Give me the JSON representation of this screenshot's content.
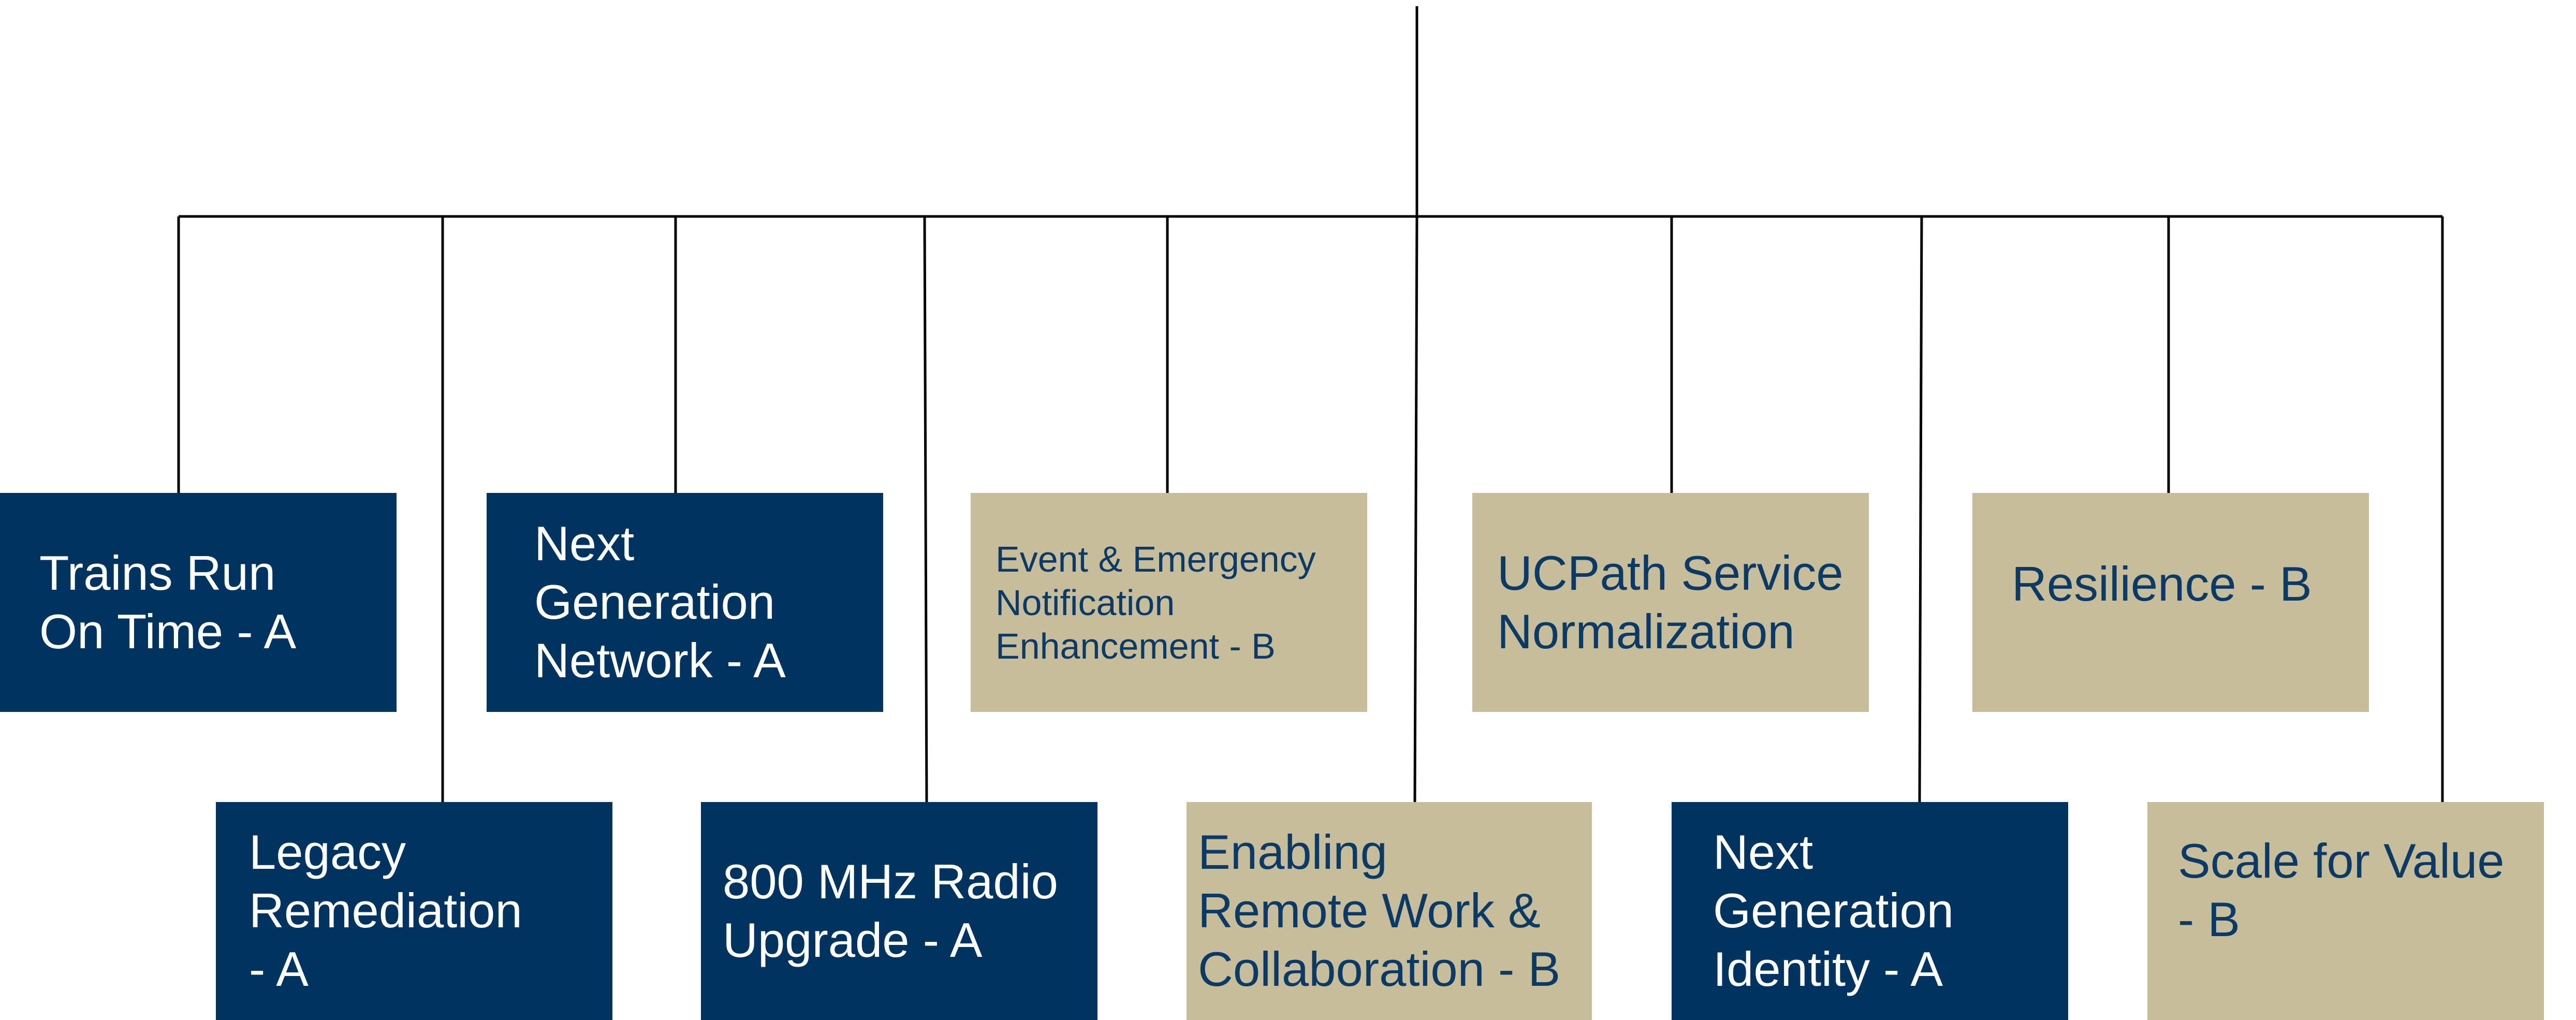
{
  "colors": {
    "navy_box": "#003360",
    "tan_box": "#c8bd9b",
    "navy_text": "#ffffff",
    "tan_text": "#0b3a67",
    "connector": "#000000"
  },
  "nodes": [
    {
      "id": "trains-run-on-time",
      "text": "Trains Run\nOn Time - A",
      "grade": "A",
      "color": "navy"
    },
    {
      "id": "legacy-remediation",
      "text": "Legacy\nRemediation\n- A",
      "grade": "A",
      "color": "navy"
    },
    {
      "id": "next-generation-network",
      "text": "Next\nGeneration\nNetwork - A",
      "grade": "A",
      "color": "navy"
    },
    {
      "id": "800-mhz-radio-upgrade",
      "text": "800 MHz Radio\nUpgrade - A",
      "grade": "A",
      "color": "navy"
    },
    {
      "id": "event-emergency-notification",
      "text": "Event & Emergency\nNotification\nEnhancement - B",
      "grade": "B",
      "color": "tan"
    },
    {
      "id": "enabling-remote-work",
      "text": "Enabling\nRemote Work &\nCollaboration - B",
      "grade": "B",
      "color": "tan"
    },
    {
      "id": "ucpath-service-normalization",
      "text": "UCPath Service\nNormalization",
      "grade": "",
      "color": "tan"
    },
    {
      "id": "next-generation-identity",
      "text": "Next\nGeneration\nIdentity - A",
      "grade": "A",
      "color": "navy"
    },
    {
      "id": "resilience",
      "text": "Resilience - B",
      "grade": "B",
      "color": "tan"
    },
    {
      "id": "scale-for-value",
      "text": "Scale for Value\n- B",
      "grade": "B",
      "color": "tan"
    }
  ]
}
